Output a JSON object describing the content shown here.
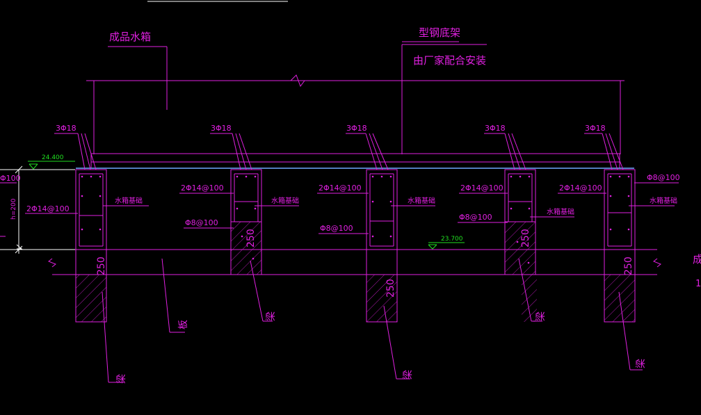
{
  "labels": {
    "tank": "成品水箱",
    "steel_frame": "型钢底架",
    "install_note": "由厂家配合安装",
    "rebar_3phi18": "3Φ18",
    "rebar_2phi14": "2Φ14@100",
    "stirrup_phi8": "Φ8@100",
    "tank_base": "水箱基础",
    "beam": "梁",
    "slab": "板",
    "height": "h=200",
    "width_250": "250",
    "cut_left": "Φ100",
    "cut_right_1": "成",
    "cut_right_2": "1"
  },
  "elevations": {
    "top_of_base": "24.400",
    "slab_top": "23.700"
  },
  "colors": {
    "background": "#000000",
    "lines": "#e020e0",
    "dimension": "#ffffff",
    "elevation": "#20e020",
    "frame_top": "#6fa8ff"
  }
}
